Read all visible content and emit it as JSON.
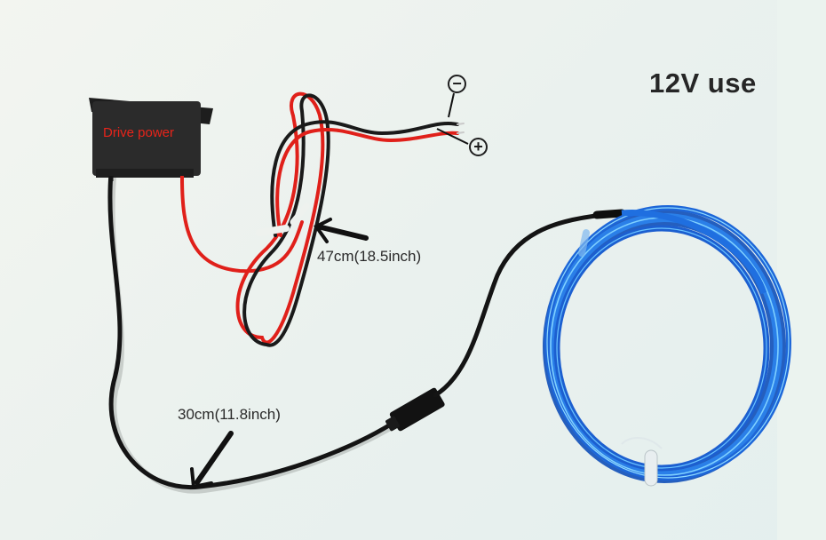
{
  "title": "12V use",
  "driver_box": {
    "label": "Drive power",
    "label_color": "#e8241a",
    "body_color": "#2b2b2b"
  },
  "terminals": {
    "negative_symbol": "−",
    "positive_symbol": "+"
  },
  "annotations": {
    "input_cable_length": "47cm(18.5inch)",
    "output_cable_length": "30cm(11.8inch)"
  },
  "colors": {
    "wire_red": "#e0201a",
    "wire_black": "#1a1a1a",
    "el_wire_blue": "#1f6fe0",
    "el_wire_highlight": "#4fb8ff"
  }
}
